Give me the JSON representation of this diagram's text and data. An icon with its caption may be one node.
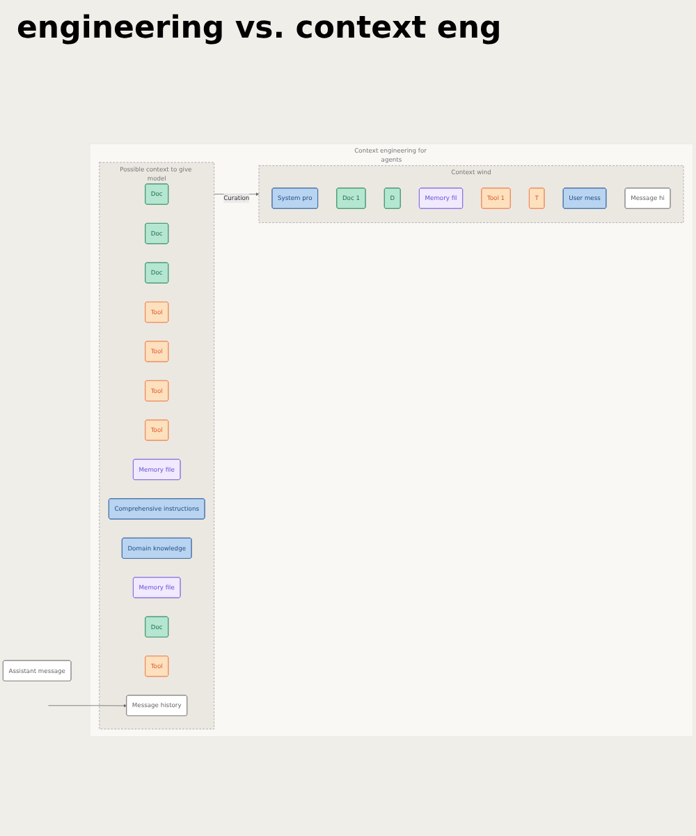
{
  "diagram": {
    "title": "engineering vs. context eng",
    "nodes": [
      {
        "text": [
          "Assistant message"
        ]
      },
      {
        "text": [
          "Context engineering for agents"
        ]
      },
      {
        "text": [
          "Possible context to give model"
        ],
        "in": 1
      },
      {
        "text": [
          "Doc"
        ],
        "in": 2
      },
      {
        "text": [
          "Doc"
        ],
        "in": 2
      },
      {
        "text": [
          "Doc"
        ],
        "in": 2
      },
      {
        "text": [
          "Tool"
        ],
        "in": 2
      },
      {
        "text": [
          "Tool"
        ],
        "in": 2
      },
      {
        "text": [
          "Tool"
        ],
        "in": 2
      },
      {
        "text": [
          "Tool"
        ],
        "in": 2
      },
      {
        "text": [
          "Memory file"
        ],
        "in": 2
      },
      {
        "text": [
          "Comprehensive instructions"
        ],
        "in": 2
      },
      {
        "text": [
          "Domain knowledge"
        ],
        "in": 2
      },
      {
        "text": [
          "Memory file"
        ],
        "in": 2
      },
      {
        "text": [
          "Doc"
        ],
        "in": 2
      },
      {
        "text": [
          "Tool"
        ],
        "in": 2
      },
      {
        "text": [
          "Message history"
        ],
        "in": 2
      },
      {
        "text": [
          "Context wind"
        ],
        "in": 1
      },
      {
        "text": [
          "System pro"
        ],
        "in": 17
      },
      {
        "text": [
          "Doc 1"
        ],
        "in": 17
      },
      {
        "text": [
          "D"
        ],
        "in": 17
      },
      {
        "text": [
          "Memory fil"
        ],
        "in": 17
      },
      {
        "text": [
          "Tool 1"
        ],
        "in": 17
      },
      {
        "text": [
          "T"
        ],
        "in": 17
      },
      {
        "text": [
          "User mess"
        ],
        "in": 17
      },
      {
        "text": [
          "Message hi"
        ],
        "in": 17
      }
    ],
    "edges": [
      {
        "from": 2,
        "to": 17,
        "label": "Curation",
        "arrow": "to"
      },
      {
        "from": null,
        "to": 16,
        "arrow": "to"
      }
    ]
  }
}
